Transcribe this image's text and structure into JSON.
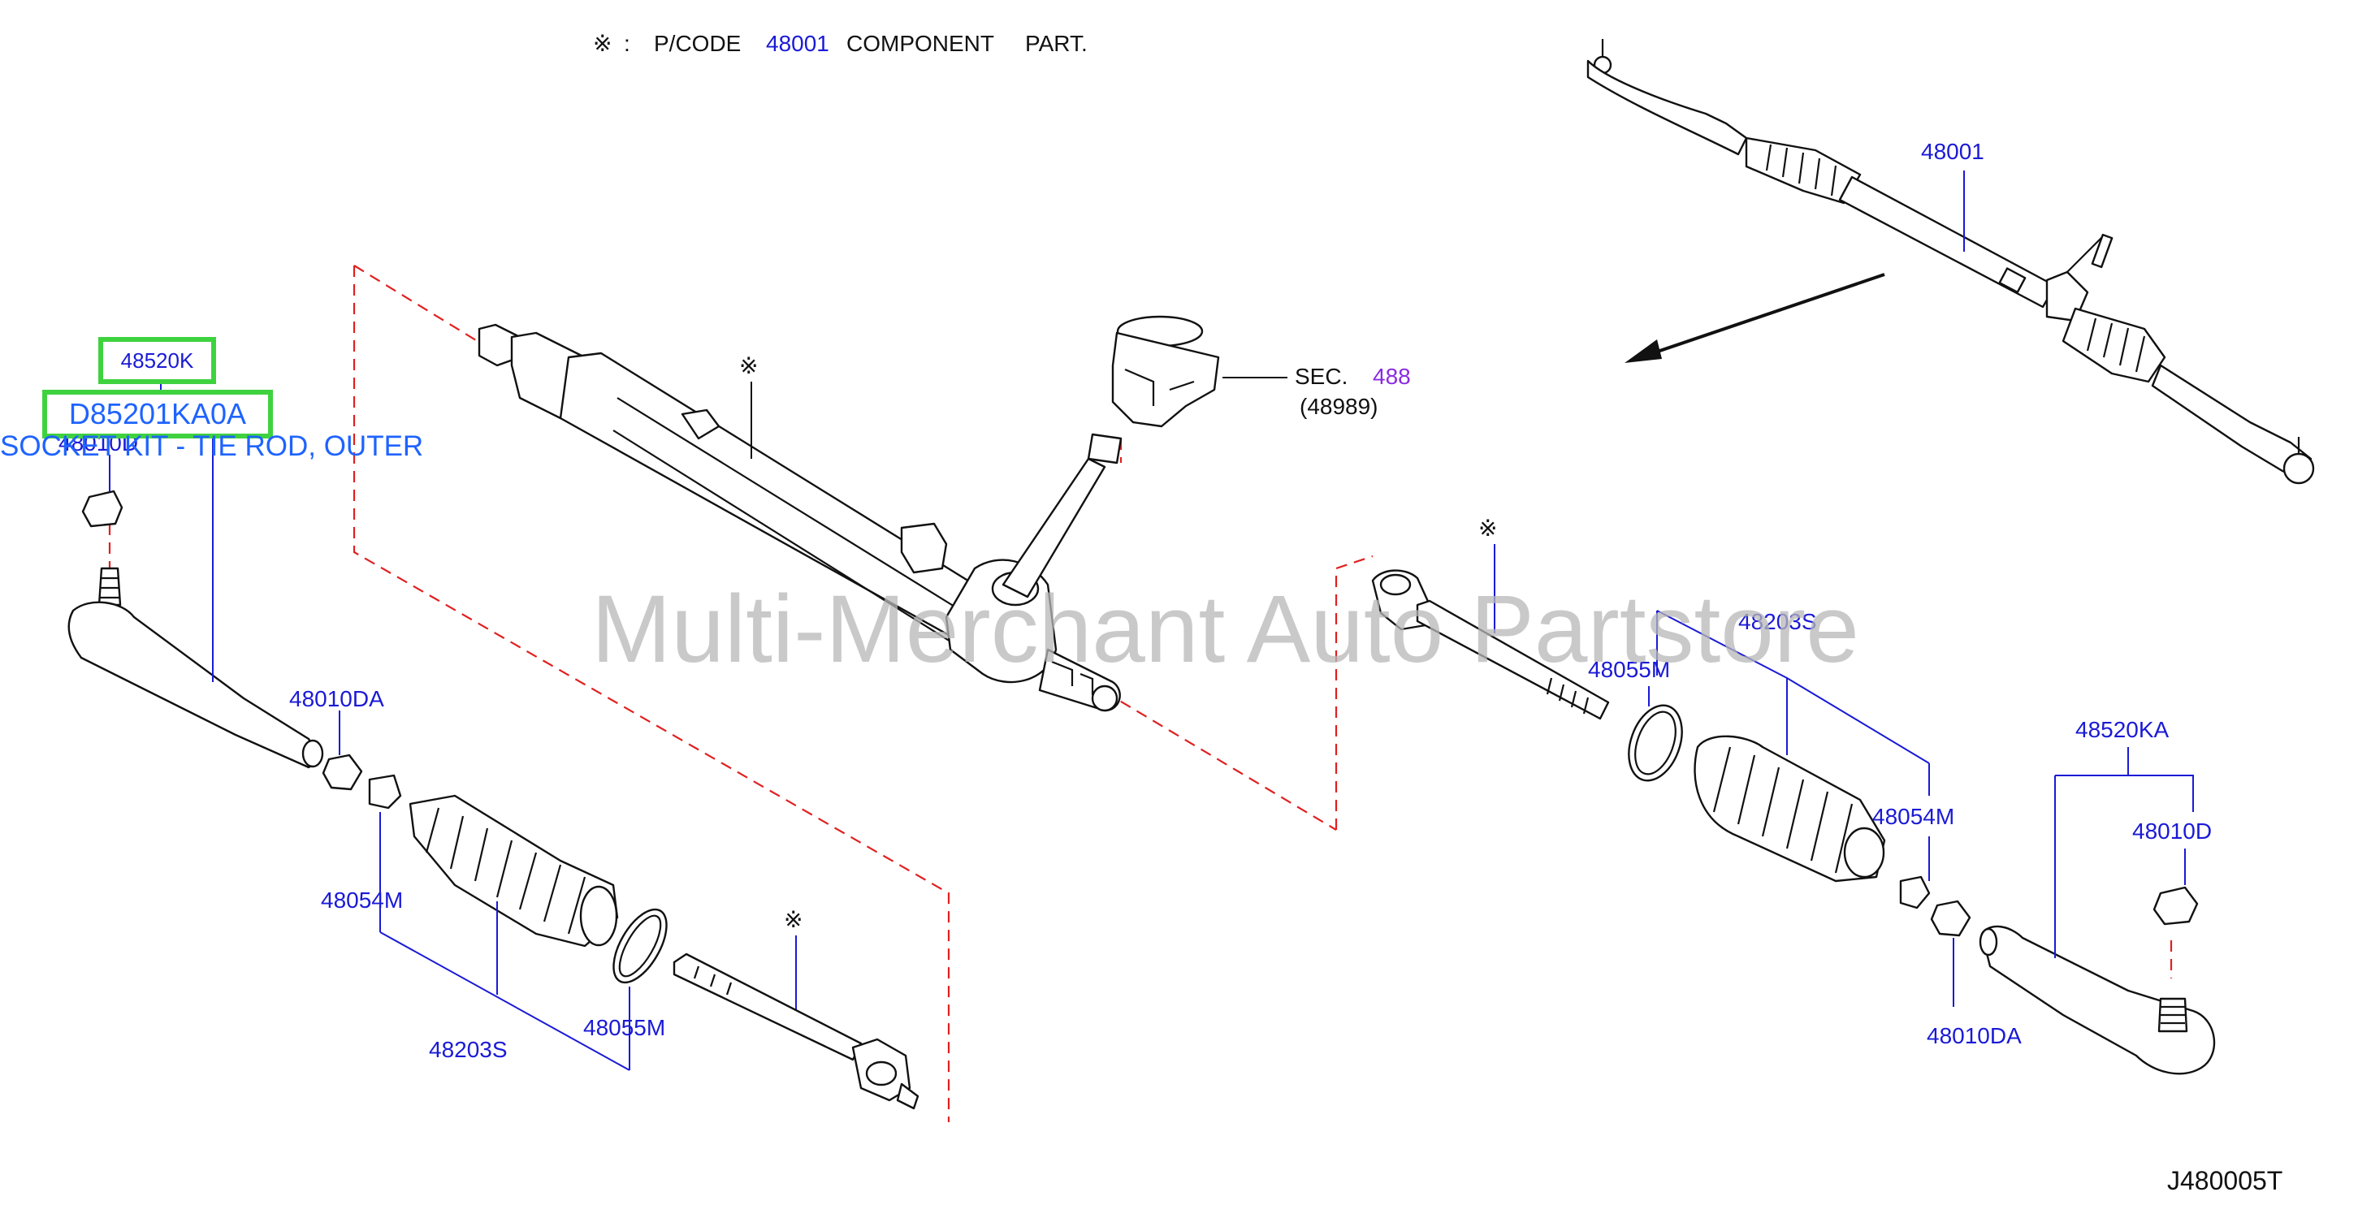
{
  "header_note": {
    "symbol": "※",
    "sep": ":",
    "pcode_label": "P/CODE",
    "pcode_value": "48001",
    "component_label": "COMPONENT",
    "part_label": "PART."
  },
  "watermark": "Multi-Merchant Auto Partstore",
  "drawing_code": "J480005T",
  "highlight": {
    "part_number": "48520K",
    "sku": "D85201KA0A",
    "description": "SOCKET KIT - TIE ROD, OUTER"
  },
  "section_ref": {
    "sec_label": "SEC.",
    "sec_number": "488",
    "sub_code": "(48989)"
  },
  "callouts": {
    "assembly": "48001",
    "left_nut": "48010D",
    "left_jam_nut": "48010DA",
    "left_clamp": "48054M",
    "left_ring": "48055M",
    "left_boot": "48203S",
    "right_ring": "48055M",
    "right_boot": "48203S",
    "right_clamp": "48054M",
    "right_tie_rod_end": "48520KA",
    "right_nut": "48010D",
    "right_jam_nut": "48010DA",
    "marker_gear": "※",
    "marker_inner_left": "※",
    "marker_inner_right": "※"
  },
  "colors": {
    "callout_blue": "#1a1ad6",
    "highlight_green": "#3fd23f",
    "highlight_text": "#1f63ff",
    "section_purple": "#8a2be2",
    "phantom_red": "#e02020"
  }
}
